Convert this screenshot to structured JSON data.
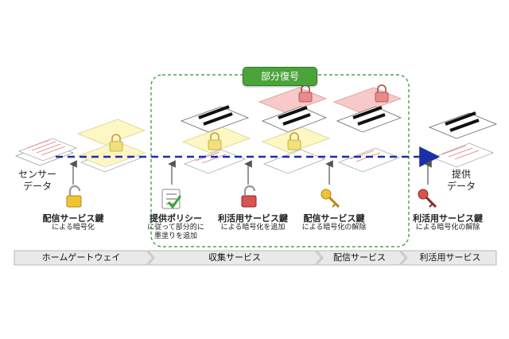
{
  "badge": {
    "partial_decrypt": "部分復号"
  },
  "nodes": {
    "sensor": "センサー\nデータ",
    "provided": "提供\nデータ"
  },
  "steps": [
    {
      "title": "配信サービス鍵",
      "desc": "による暗号化"
    },
    {
      "title": "提供ポリシー",
      "desc": "に従って部分的に\n墨塗りを追加"
    },
    {
      "title": "利活用サービス鍵",
      "desc": "による暗号化を追加"
    },
    {
      "title": "配信サービス鍵",
      "desc": "による暗号化の解除"
    },
    {
      "title": "利活用サービス鍵",
      "desc": "による暗号化の解除"
    }
  ],
  "stages": [
    "ホームゲートウェイ",
    "収集サービス",
    "配信サービス",
    "利活用サービス"
  ],
  "colors": {
    "flow_arrow": "#1b2fa8",
    "group_border": "#2f8f2f",
    "badge": "#4aa43a",
    "yellow_sheet": "#fdf7c3",
    "pink_sheet": "#f7c9c9",
    "stage_bar": "#e9e9e9"
  }
}
